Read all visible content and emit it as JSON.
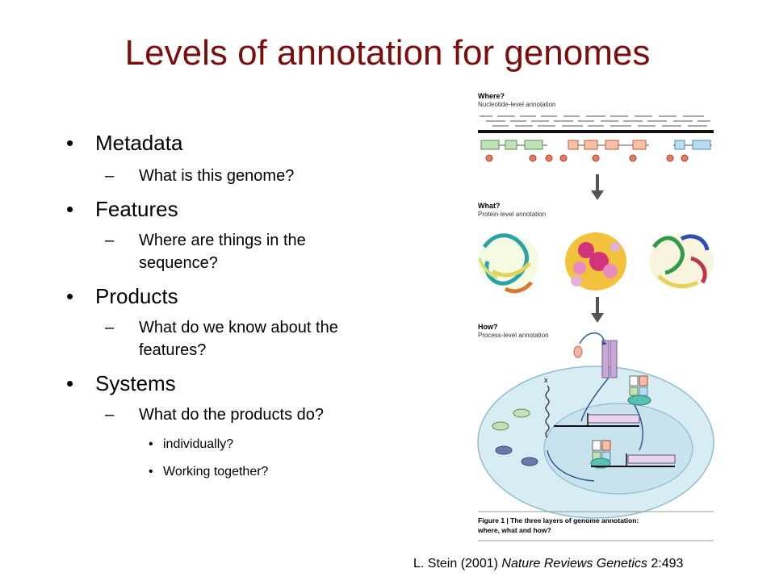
{
  "slide": {
    "title": "Levels of annotation for genomes"
  },
  "bullets": [
    {
      "label": "Metadata",
      "sub": [
        "What is this genome?"
      ]
    },
    {
      "label": "Features",
      "sub": [
        "Where are things in the",
        "sequence?"
      ]
    },
    {
      "label": "Products",
      "sub": [
        "What do we know about the",
        "features?"
      ]
    },
    {
      "label": "Systems",
      "sub": [
        "What do the products do?"
      ],
      "subsub": [
        "individually?",
        "Working together?"
      ]
    }
  ],
  "figure": {
    "where_title": "Where?",
    "where_sub": "Nucleotide-level annotation",
    "what_title": "What?",
    "what_sub": "Protein-level annotation",
    "how_title": "How?",
    "how_sub": "Process-level annotation",
    "marker_x": "x",
    "caption_bold": "Figure 1 | The three layers of genome annotation:",
    "caption_bold2": "where, what and how?",
    "colors": {
      "green": "#bfe3b4",
      "orange": "#f6c0a8",
      "blue": "#b9dcef",
      "dot": "#e77a5e",
      "cell": "#d8ecf4"
    }
  },
  "citation": {
    "prefix": "L. Stein (2001) ",
    "journal": "Nature Reviews Genetics",
    "suffix": " 2:493"
  }
}
